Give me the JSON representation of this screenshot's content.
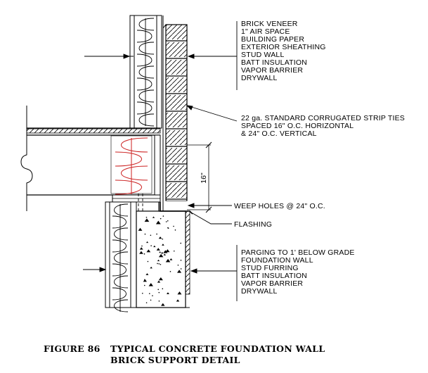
{
  "upper_wall_labels": [
    "BRICK VENEER",
    "1\" AIR SPACE",
    "BUILDING PAPER",
    "EXTERIOR SHEATHING",
    "STUD WALL",
    "BATT INSULATION",
    "VAPOR BARRIER",
    "DRYWALL"
  ],
  "tie_labels": [
    "22 ga. STANDARD CORRUGATED STRIP TIES",
    "SPACED 16\" O.C. HORIZONTAL",
    "& 24\" O.C. VERTICAL"
  ],
  "dimension_label": "16\"",
  "weep_label": "WEEP HOLES @ 24\" O.C.",
  "flashing_label": "FLASHING",
  "foundation_labels": [
    "PARGING TO 1' BELOW GRADE",
    "FOUNDATION WALL",
    "STUD FURRING",
    "BATT INSULATION",
    "VAPOR BARRIER",
    "DRYWALL"
  ],
  "caption": {
    "figure": "FIGURE 86",
    "line1": "TYPICAL CONCRETE FOUNDATION WALL",
    "line2": "BRICK SUPPORT DETAIL"
  },
  "colors": {
    "line": "#000000",
    "insulation_red": "#cc2222"
  }
}
